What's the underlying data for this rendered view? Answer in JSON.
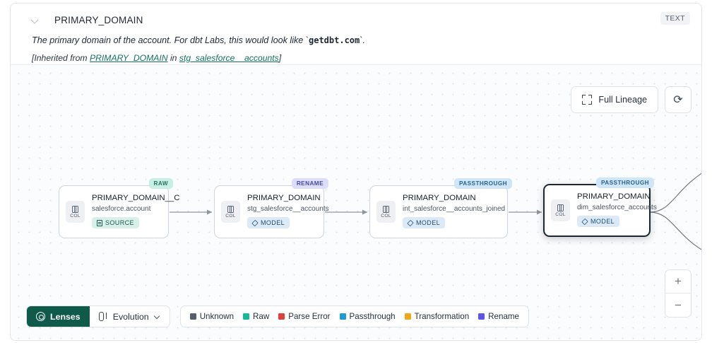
{
  "header": {
    "chevron_icon": "chevron-down-icon",
    "title": "PRIMARY_DOMAIN",
    "type_badge": "TEXT",
    "description_prefix": "The primary domain of the account. For dbt Labs, this would look like `",
    "description_code": "getdbt.com",
    "description_suffix": "`.",
    "inherit_open": "[Inherited from ",
    "inherit_link1": "PRIMARY_DOMAIN",
    "inherit_mid": " in ",
    "inherit_link2": "stg_salesforce__accounts",
    "inherit_close": "]"
  },
  "toolbar": {
    "full_lineage_label": "Full Lineage",
    "full_lineage_icon": "expand-corners-icon",
    "refresh_icon": "refresh-icon",
    "refresh_glyph": "⟳"
  },
  "zoom_controls": {
    "zoom_in": "+",
    "zoom_out": "−"
  },
  "lineage": {
    "col_label": "COL",
    "nodes": [
      {
        "id": "node-raw",
        "title": "PRIMARY_DOMAIN__C",
        "subtitle": "salesforce.account",
        "kind": "SOURCE",
        "kind_class": "kind-source",
        "kind_icon": "source-table-icon",
        "lens": "RAW",
        "lens_class": "lb-raw",
        "selected": false
      },
      {
        "id": "node-rename",
        "title": "PRIMARY_DOMAIN",
        "subtitle": "stg_salesforce__accounts",
        "kind": "MODEL",
        "kind_class": "kind-model",
        "kind_icon": "cube-icon",
        "lens": "RENAME",
        "lens_class": "lb-ren",
        "selected": false
      },
      {
        "id": "node-int",
        "title": "PRIMARY_DOMAIN",
        "subtitle": "int_salesforce__accounts_joined",
        "kind": "MODEL",
        "kind_class": "kind-model",
        "kind_icon": "cube-icon",
        "lens": "PASSTHROUGH",
        "lens_class": "lb-pass",
        "selected": false
      },
      {
        "id": "node-dim",
        "title": "PRIMARY_DOMAIN",
        "subtitle": "dim_salesforce_accounts",
        "kind": "MODEL",
        "kind_class": "kind-model",
        "kind_icon": "cube-icon",
        "lens": "PASSTHROUGH",
        "lens_class": "lb-pass",
        "selected": true
      }
    ]
  },
  "bottom_bar": {
    "lenses_label": "Lenses",
    "lenses_icon": "aperture-icon",
    "evolution_label": "Evolution",
    "evolution_icon": "evolution-flow-icon",
    "evolution_chevron": "chevron-down-icon",
    "legend": [
      {
        "label": "Unknown",
        "color": "#555f6b"
      },
      {
        "label": "Raw",
        "color": "#17b89a"
      },
      {
        "label": "Parse Error",
        "color": "#e0403c"
      },
      {
        "label": "Passthrough",
        "color": "#1c9bd8"
      },
      {
        "label": "Transformation",
        "color": "#f2a515"
      },
      {
        "label": "Rename",
        "color": "#5b56e8"
      }
    ]
  }
}
